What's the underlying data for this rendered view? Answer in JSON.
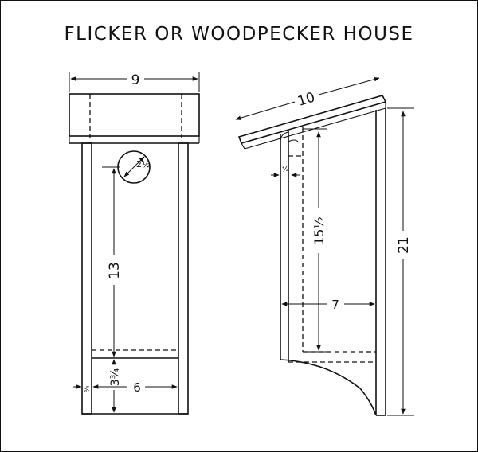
{
  "title": "FLICKER OR WOODPECKER HOUSE",
  "front_view": {
    "roof_width": "9",
    "hole_diameter": "2½",
    "hole_height": "13",
    "floor_recess": "3¾",
    "inside_width": "6",
    "side_thickness": "¾"
  },
  "side_view": {
    "roof_length": "10",
    "top_offset": "¾",
    "interior_height": "15½",
    "total_height": "21",
    "depth": "7"
  },
  "colors": {
    "line": "#111111",
    "paper": "#ffffff"
  }
}
